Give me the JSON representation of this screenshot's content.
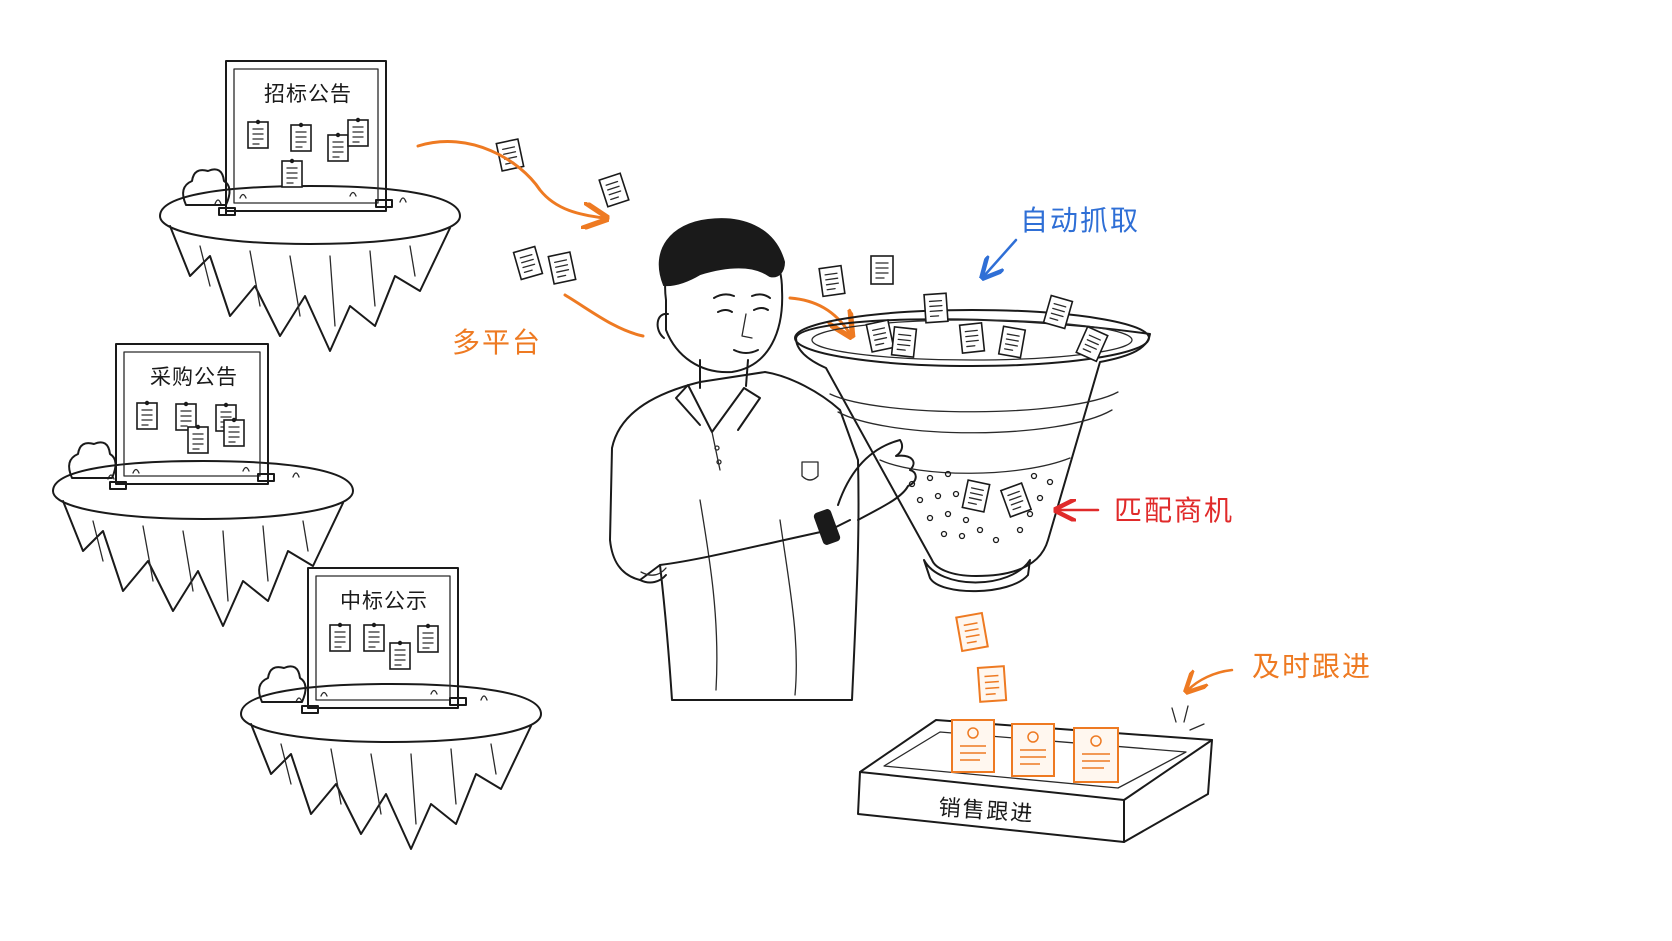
{
  "colors": {
    "ink": "#1a1a1a",
    "orange": "#ee7a22",
    "blue": "#2f6fd6",
    "red": "#e02a2a"
  },
  "boards": [
    {
      "title": "招标公告"
    },
    {
      "title": "采购公告"
    },
    {
      "title": "中标公示"
    }
  ],
  "labels": {
    "multi_platform": "多平台",
    "auto_capture": "自动抓取",
    "match_opportunity": "匹配商机",
    "timely_followup": "及时跟进"
  },
  "tray": {
    "title": "销售跟进"
  },
  "icons": [
    "notice-board-icon",
    "document-icon",
    "funnel-icon",
    "arrow-icon",
    "tray-icon",
    "person-illustration"
  ]
}
